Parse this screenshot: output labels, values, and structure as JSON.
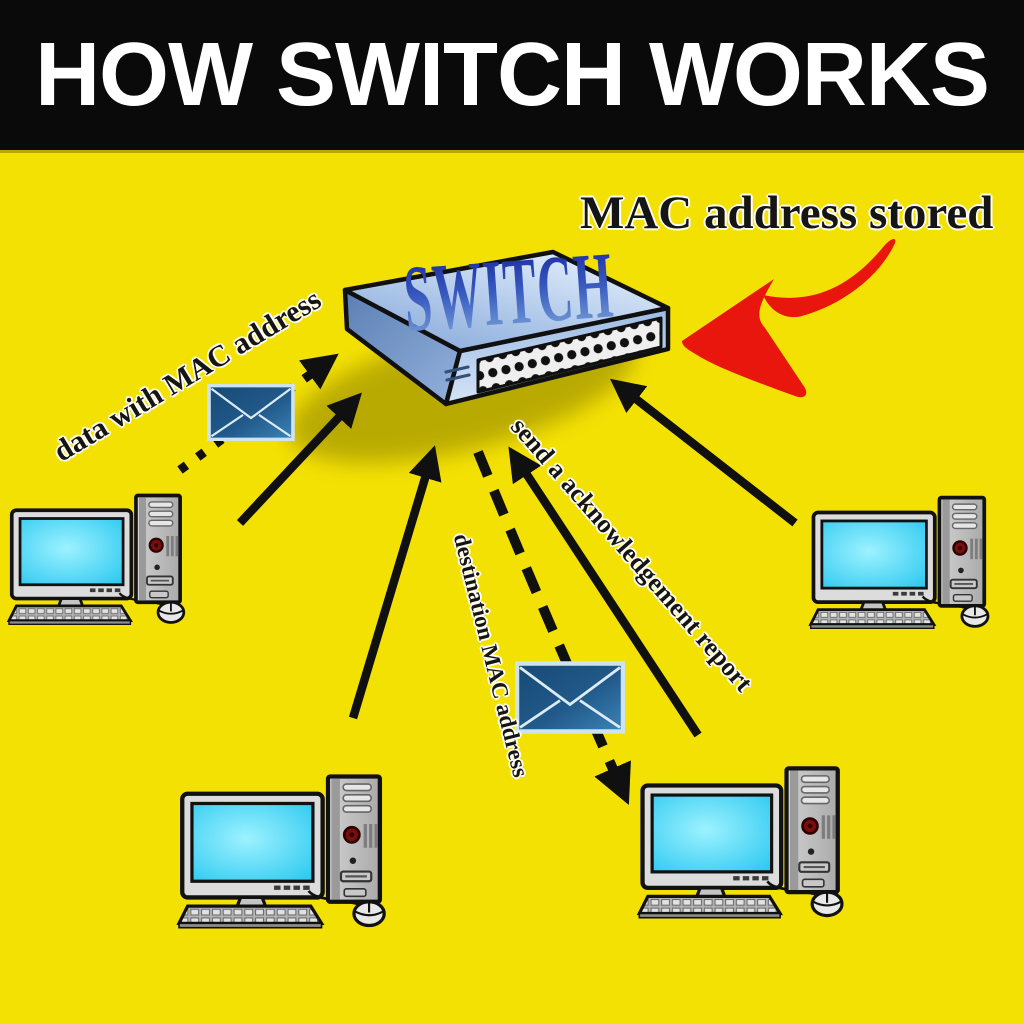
{
  "title": "HOW SWITCH WORKS",
  "switch_label": "SWITCH",
  "labels": {
    "mac_stored": "MAC address stored",
    "data_with_mac": "data with MAC address",
    "ack_report": "send a acknowledgement report",
    "dest_mac": "destination MAC address"
  },
  "colors": {
    "background": "#f4e104",
    "header_bg": "#0a0a0a",
    "title_text": "#ffffff",
    "label_text": "#151515",
    "red_arrow": "#e8160c",
    "arrow_black": "#101010",
    "switch_body_blue": "#a8c4e8",
    "switch_text_blue": "#2a4cb4",
    "envelope_blue": "#1d5180",
    "screen_cyan": "#3fd4f5"
  },
  "diagram": {
    "center_node": "switch",
    "computer_positions": [
      "top-left",
      "top-right",
      "bottom-left",
      "bottom-right"
    ],
    "envelope_count": 2,
    "flows": [
      {
        "label": "data with MAC address",
        "from": "top-left-computer",
        "to": "switch",
        "style": "dotted"
      },
      {
        "from": "top-left-computer",
        "to": "switch",
        "style": "solid"
      },
      {
        "from": "bottom-left-computer",
        "to": "switch",
        "style": "solid"
      },
      {
        "label": "send a acknowledgement report",
        "from": "bottom-right-computer",
        "to": "switch",
        "style": "solid"
      },
      {
        "label": "destination MAC address",
        "from": "switch",
        "to": "bottom-right-computer",
        "style": "dashed"
      },
      {
        "from": "top-right-computer",
        "to": "switch",
        "style": "solid"
      },
      {
        "label": "MAC address stored",
        "to": "switch",
        "style": "red-brush-arrow"
      }
    ]
  }
}
